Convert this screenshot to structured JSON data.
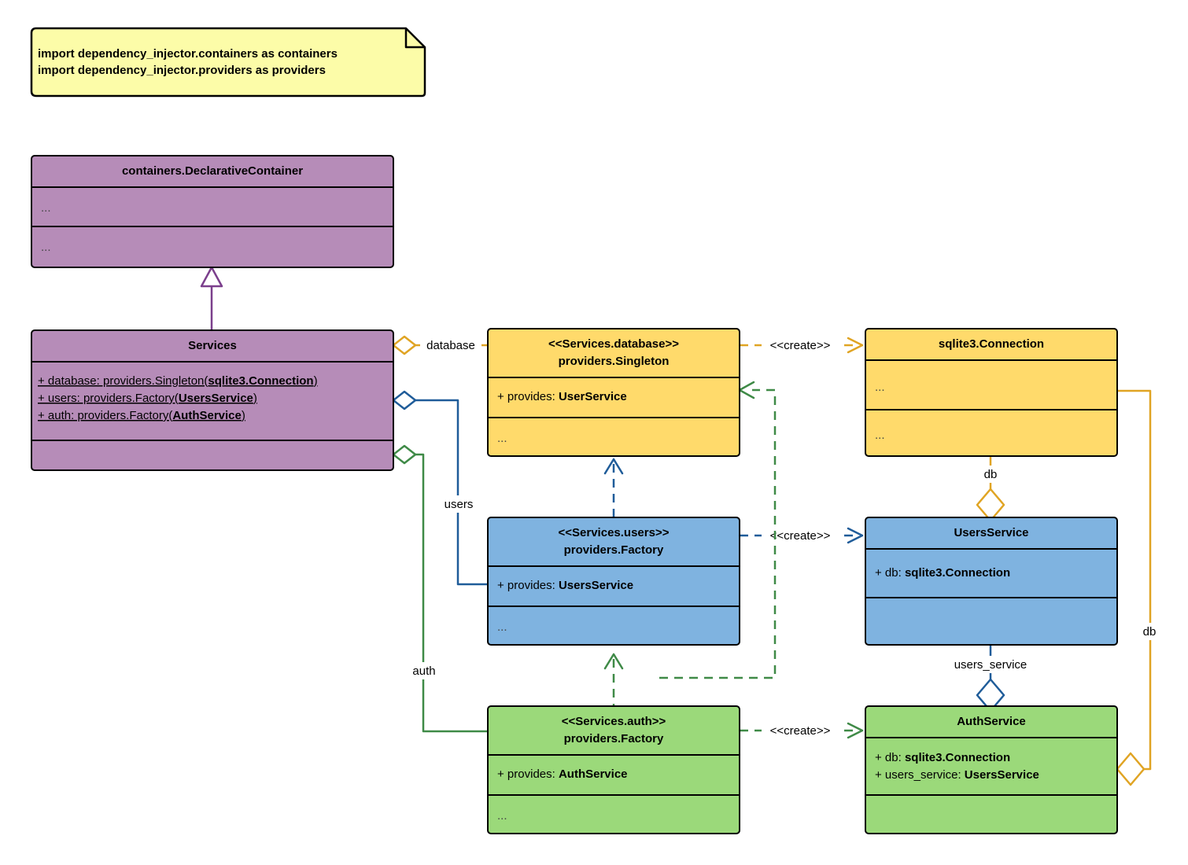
{
  "diagram": {
    "kind": "uml-class-diagram",
    "note": {
      "lines": [
        "import dependency_injector.containers as containers",
        "import dependency_injector.providers as providers"
      ],
      "fill": "#FCFCA8",
      "stroke": "#000000"
    },
    "palette": {
      "purple": "#B68CB8",
      "purple_stroke": "#7B3F8C",
      "yellow": "#FFDA6B",
      "yellow_stroke": "#E0A423",
      "blue": "#7FB3E0",
      "blue_stroke": "#1F5C99",
      "green": "#9BD97A",
      "green_stroke": "#3F8A47",
      "black": "#000000"
    },
    "classes": [
      {
        "id": "declarative-container",
        "name": "containers.DeclarativeContainer",
        "title_lines": [
          "containers.DeclarativeContainer"
        ],
        "attributes": [
          "..."
        ],
        "methods": [
          "..."
        ],
        "fill": "#B68CB8"
      },
      {
        "id": "services",
        "name": "Services",
        "title_lines": [
          "Services"
        ],
        "attributes": [
          "+ database: providers.Singleton(sqlite3.Connection)",
          "+ users: providers.Factory(UsersService)",
          "+ auth: providers.Factory(AuthService)"
        ],
        "methods": [],
        "fill": "#B68CB8"
      },
      {
        "id": "services-database",
        "name": "<<Services.database>> providers.Singleton",
        "title_lines": [
          "<<Services.database>>",
          "providers.Singleton"
        ],
        "attributes": [
          "+ provides: UserService"
        ],
        "methods": [
          "..."
        ],
        "fill": "#FFDA6B"
      },
      {
        "id": "services-users",
        "name": "<<Services.users>> providers.Factory",
        "title_lines": [
          "<<Services.users>>",
          "providers.Factory"
        ],
        "attributes": [
          "+ provides: UsersService"
        ],
        "methods": [
          "..."
        ],
        "fill": "#7FB3E0"
      },
      {
        "id": "services-auth",
        "name": "<<Services.auth>> providers.Factory",
        "title_lines": [
          "<<Services.auth>>",
          "providers.Factory"
        ],
        "attributes": [
          "+ provides: AuthService"
        ],
        "methods": [
          "..."
        ],
        "fill": "#9BD97A"
      },
      {
        "id": "sqlite3-connection",
        "name": "sqlite3.Connection",
        "title_lines": [
          "sqlite3.Connection"
        ],
        "attributes": [
          "..."
        ],
        "methods": [
          "..."
        ],
        "fill": "#FFDA6B"
      },
      {
        "id": "users-service",
        "name": "UsersService",
        "title_lines": [
          "UsersService"
        ],
        "attributes": [
          "+ db: sqlite3.Connection"
        ],
        "methods": [],
        "fill": "#7FB3E0"
      },
      {
        "id": "auth-service",
        "name": "AuthService",
        "title_lines": [
          "AuthService"
        ],
        "attributes": [
          "+ db: sqlite3.Connection",
          "+ users_service: UsersService"
        ],
        "methods": [],
        "fill": "#9BD97A"
      }
    ],
    "edge_labels": {
      "database": "database",
      "users": "users",
      "auth": "auth",
      "db_top": "db",
      "db_right": "db",
      "users_service": "users_service",
      "create_database": "<<create>>",
      "create_users": "<<create>>",
      "create_auth": "<<create>>"
    }
  }
}
